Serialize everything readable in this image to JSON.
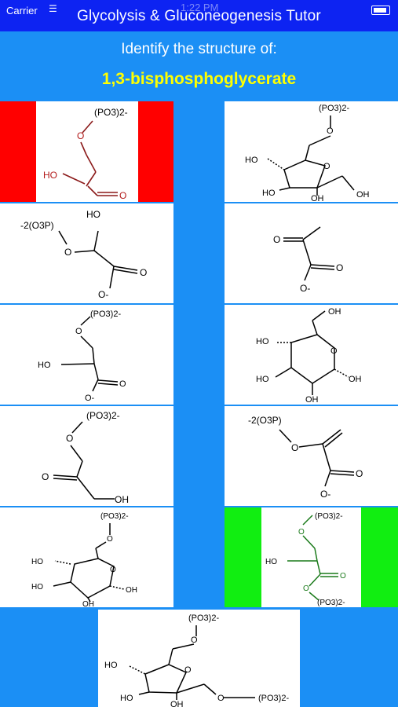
{
  "status": {
    "carrier": "Carrier",
    "time": "1:22 PM"
  },
  "header": {
    "title": "Glycolysis & Gluconeogenesis Tutor"
  },
  "question": {
    "prompt": "Identify the structure of:",
    "target": "1,3-bisphosphoglycerate"
  },
  "choices": [
    {
      "id": "glyceraldehyde-3-phosphate",
      "state": "wrong",
      "labels": [
        "(PO3)2-",
        "HO"
      ]
    },
    {
      "id": "fructose-6-phosphate",
      "state": "neutral",
      "labels": [
        "(PO3)2-",
        "HO",
        "HO",
        "OH",
        "OH"
      ]
    },
    {
      "id": "2-phosphoglycerate",
      "state": "neutral",
      "labels": [
        "HO",
        "-2(O3P)",
        "O-"
      ]
    },
    {
      "id": "pyruvate",
      "state": "neutral",
      "labels": [
        "O-"
      ]
    },
    {
      "id": "3-phosphoglycerate",
      "state": "neutral",
      "labels": [
        "(PO3)2-",
        "HO",
        "O-"
      ]
    },
    {
      "id": "glucose",
      "state": "neutral",
      "labels": [
        "OH",
        "HO",
        "HO",
        "OH",
        "OH"
      ]
    },
    {
      "id": "dihydroxyacetone-phosphate",
      "state": "neutral",
      "labels": [
        "(PO3)2-",
        "OH"
      ]
    },
    {
      "id": "phosphoenolpyruvate",
      "state": "neutral",
      "labels": [
        "-2(O3P)",
        "O-"
      ]
    },
    {
      "id": "glucose-6-phosphate",
      "state": "neutral",
      "labels": [
        "(PO3)2-",
        "HO",
        "HO",
        "OH",
        "OH"
      ]
    },
    {
      "id": "1,3-bisphosphoglycerate",
      "state": "correct",
      "labels": [
        "(PO3)2-",
        "HO",
        "(PO3)2-"
      ]
    },
    {
      "id": "fructose-1,6-bisphosphate",
      "state": "neutral",
      "labels": [
        "(PO3)2-",
        "HO",
        "HO",
        "OH",
        "(PO3)2-"
      ]
    }
  ],
  "colors": {
    "header": "#0d23f2",
    "background": "#1b8ff5",
    "target": "#ffff00",
    "wrong": "#ff0000",
    "correct": "#11ee11"
  }
}
